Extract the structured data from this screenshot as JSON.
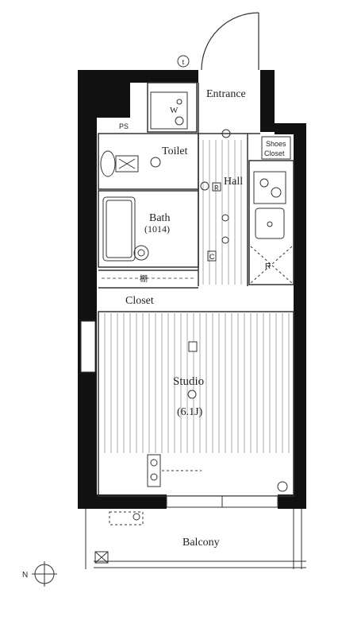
{
  "rooms": {
    "entrance": "Entrance",
    "ps": "PS",
    "toilet": "Toilet",
    "hall": "Hall",
    "bath": "Bath",
    "bath_size": "(1014)",
    "closet": "Closet",
    "studio": "Studio",
    "studio_size": "(6.1J)",
    "shoes_closet_line1": "Shoes",
    "shoes_closet_line2": "Closet",
    "balcony": "Balcony"
  },
  "symbols": {
    "t_marker": "t",
    "washer_w": "W",
    "hall_r": "R",
    "hall_c": "C",
    "fridge_r": "R",
    "shelf_kanji": "棚",
    "north": "N"
  },
  "colors": {
    "wall": "#111111",
    "line": "#333333",
    "light": "#777777"
  }
}
